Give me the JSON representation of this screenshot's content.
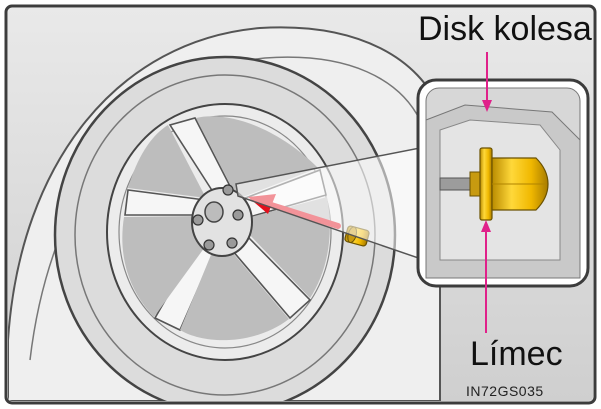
{
  "labels": {
    "wheel_disk": "Disk kolesa",
    "collar": "Límec",
    "figure_code": "IN72GS035"
  },
  "colors": {
    "callout_line": "#e0218a",
    "nut_yellow": "#f0b800",
    "arrow_red": "#e3101d",
    "outline": "#4a4a4a",
    "panel_gray": "#d7d7d7"
  }
}
